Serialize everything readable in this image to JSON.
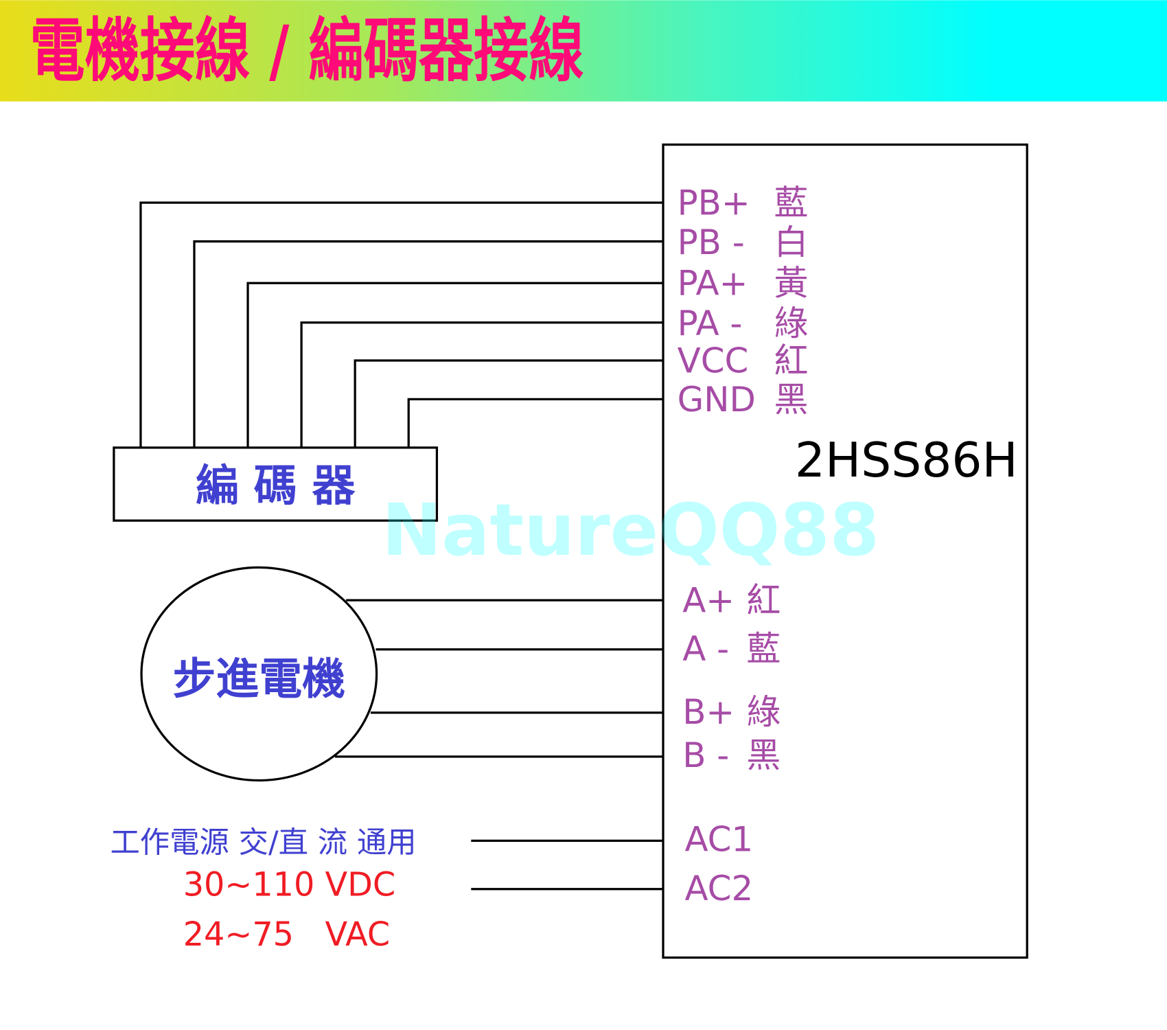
{
  "header": {
    "title": "電機接線 / 編碼器接線",
    "gradient": [
      "#e8dd1a",
      "#a6e85a",
      "#4af5be",
      "#00ffff"
    ],
    "title_color": "#ff0a78"
  },
  "driver": {
    "model": "2HSS86H",
    "encoder_pins": [
      {
        "signal": "PB+",
        "color": "藍"
      },
      {
        "signal": "PB -",
        "color": "白"
      },
      {
        "signal": "PA+",
        "color": "黃"
      },
      {
        "signal": "PA -",
        "color": "綠"
      },
      {
        "signal": "VCC",
        "color": "紅"
      },
      {
        "signal": "GND",
        "color": "黑"
      }
    ],
    "motor_pins": [
      {
        "signal": "A+",
        "color": "紅"
      },
      {
        "signal": "A -",
        "color": "藍"
      },
      {
        "signal": "B+",
        "color": "綠"
      },
      {
        "signal": "B -",
        "color": "黑"
      }
    ],
    "power_pins": [
      "AC1",
      "AC2"
    ],
    "label_color": "#a64ca6"
  },
  "encoder": {
    "label": "編 碼 器"
  },
  "motor": {
    "label": "步進電機"
  },
  "power": {
    "caption": "工作電源 交/直 流 通用",
    "dc_range": "30~110 VDC",
    "ac_range": "24~75   VAC",
    "caption_color": "#4040d0",
    "range_color": "#f01c24"
  },
  "watermark": "NatureQQ88"
}
